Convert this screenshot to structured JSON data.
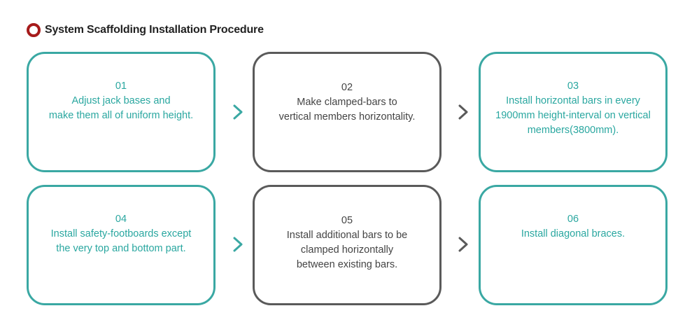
{
  "heading": {
    "title": "System Scaffolding Installation Procedure",
    "bullet_color": "#a61b1b"
  },
  "colors": {
    "teal": "#3aa8a3",
    "gray": "#5a5a5a"
  },
  "steps": [
    {
      "number": "01",
      "text": "Adjust jack bases and\nmake them all of uniform height.",
      "style": "teal"
    },
    {
      "number": "02",
      "text": "Make clamped-bars to\nvertical members horizontality.",
      "style": "gray"
    },
    {
      "number": "03",
      "text": "Install horizontal bars in every\n1900mm height-interval on vertical\nmembers(3800mm).",
      "style": "teal"
    },
    {
      "number": "04",
      "text": "Install safety-footboards except\nthe very top and bottom part.",
      "style": "teal"
    },
    {
      "number": "05",
      "text": "Install additional bars to be\nclamped horizontally\nbetween existing bars.",
      "style": "gray"
    },
    {
      "number": "06",
      "text": "Install diagonal braces.",
      "style": "teal"
    }
  ],
  "arrows": [
    {
      "icon": "chevron-right-icon",
      "color": "#3aa8a3"
    },
    {
      "icon": "chevron-right-icon",
      "color": "#5a5a5a"
    },
    {
      "icon": "chevron-right-icon",
      "color": "#3aa8a3"
    },
    {
      "icon": "chevron-right-icon",
      "color": "#5a5a5a"
    }
  ]
}
